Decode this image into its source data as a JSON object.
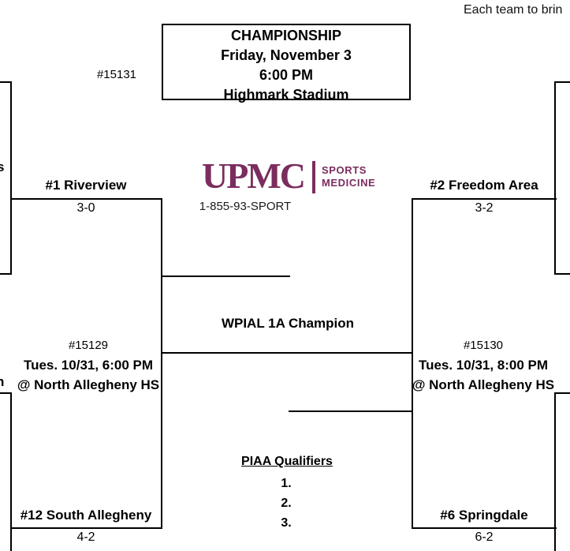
{
  "note": {
    "text": "Each team to brin"
  },
  "championship_box": {
    "title": "CHAMPIONSHIP",
    "date": "Friday, November 3",
    "time": "6:00 PM",
    "venue": "Highmark Stadium"
  },
  "sponsor": {
    "brand": "UPMC",
    "division_line1": "SPORTS",
    "division_line2": "MEDICINE",
    "phone": "1-855-93-SPORT",
    "brand_color": "#7b2d5e"
  },
  "champion_label": "WPIAL 1A Champion",
  "games": {
    "championship": {
      "number": "#15131"
    },
    "semifinal_left": {
      "number": "#15129",
      "datetime": "Tues. 10/31, 6:00 PM",
      "venue": "@ North Allegheny HS"
    },
    "semifinal_right": {
      "number": "#15130",
      "datetime": "Tues. 10/31, 8:00 PM",
      "venue": "@ North Allegheny HS"
    }
  },
  "teams": {
    "left_top": {
      "name": "#1 Riverview",
      "record": "3-0"
    },
    "left_bottom": {
      "name": "#12 South Allegheny",
      "record": "4-2"
    },
    "right_top": {
      "name": "#2 Freedom Area",
      "record": "3-2"
    },
    "right_bottom": {
      "name": "#6 Springdale",
      "record": "6-2"
    }
  },
  "piaa": {
    "title": "PIAA Qualifiers",
    "items": [
      "1.",
      "2.",
      "3."
    ]
  },
  "edge_fragments": {
    "left_upper": "s",
    "left_lower": "n"
  }
}
